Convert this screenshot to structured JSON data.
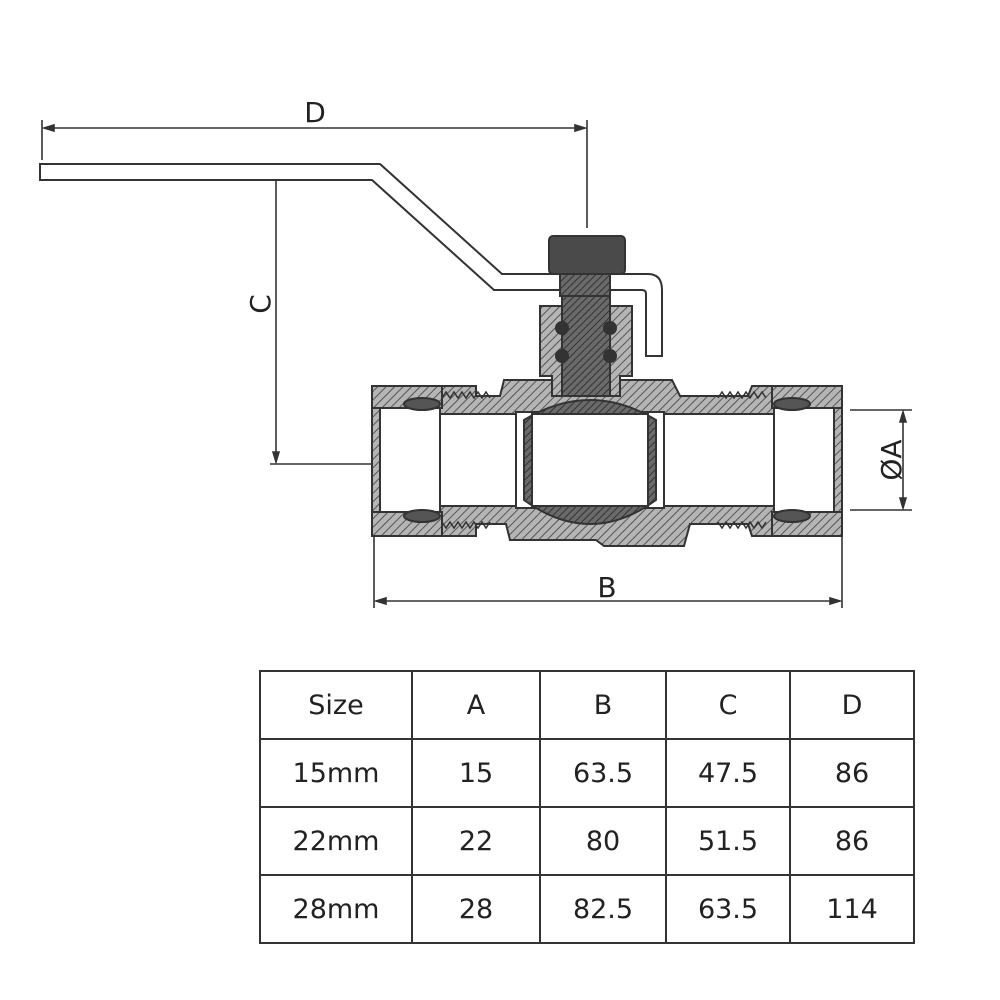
{
  "dimensions": {
    "d_label": "D",
    "c_label": "C",
    "a_label": "ØA",
    "b_label": "B"
  },
  "table": {
    "headers": [
      "Size",
      "A",
      "B",
      "C",
      "D"
    ],
    "rows": [
      [
        "15mm",
        "15",
        "63.5",
        "47.5",
        "86"
      ],
      [
        "22mm",
        "22",
        "80",
        "51.5",
        "86"
      ],
      [
        "28mm",
        "28",
        "82.5",
        "63.5",
        "114"
      ]
    ]
  },
  "colors": {
    "line": "#333333",
    "hatch_fill": "#9a9a9a",
    "dark_fill": "#555555",
    "background": "#ffffff"
  }
}
